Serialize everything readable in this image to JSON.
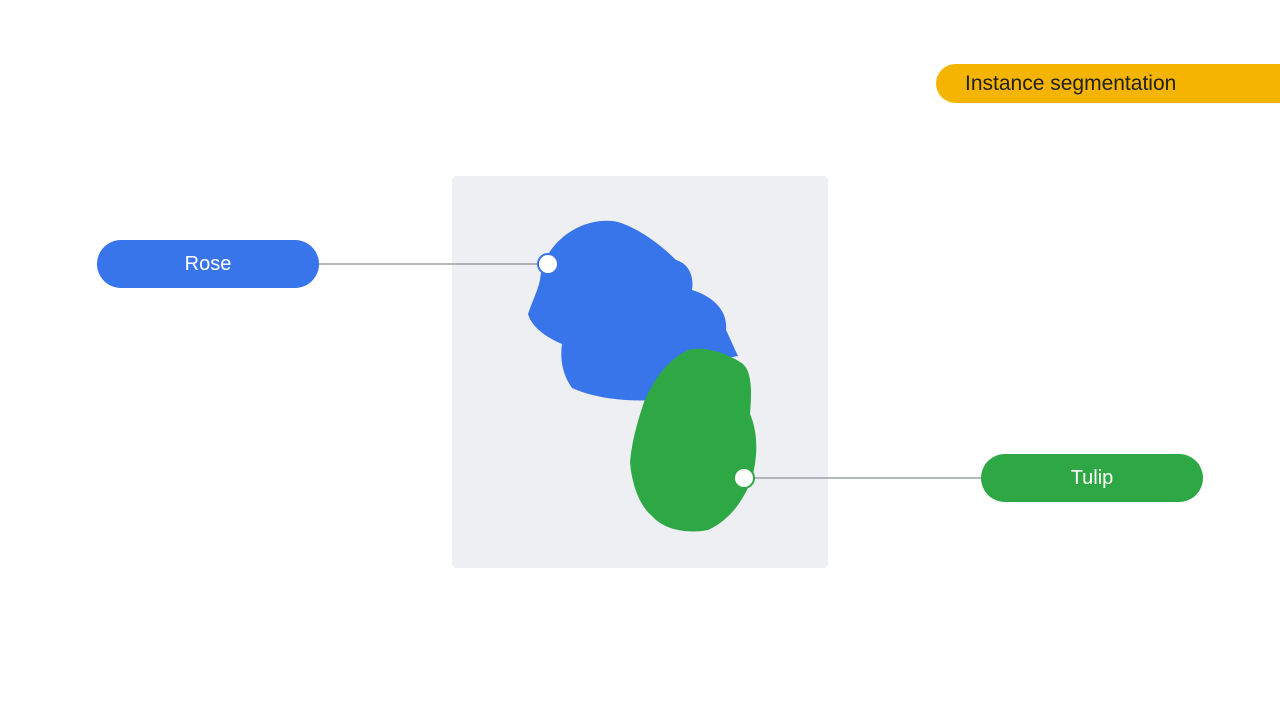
{
  "badge": {
    "label": "Instance segmentation",
    "color": "#F4B400"
  },
  "panel": {
    "color": "#EDEFF2"
  },
  "instances": [
    {
      "label": "Rose",
      "color": "#3874EA"
    },
    {
      "label": "Tulip",
      "color": "#2EA844"
    }
  ],
  "connector_color": "#9AA0A6"
}
